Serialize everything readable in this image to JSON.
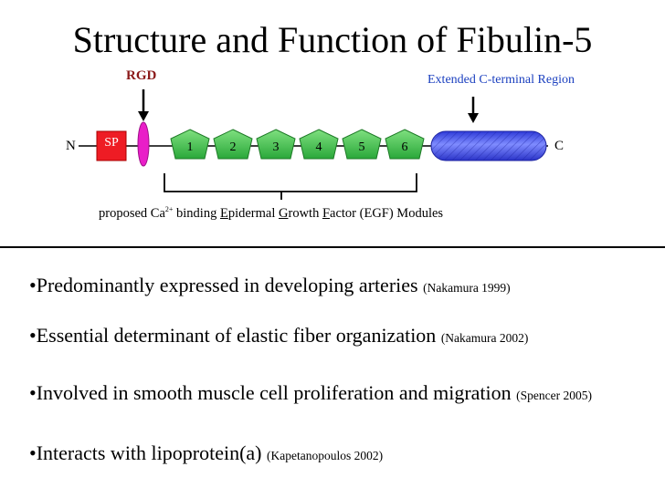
{
  "title": "Structure and Function of Fibulin-5",
  "diagram": {
    "rgd_label": "RGD",
    "extended_label": "Extended C-terminal Region",
    "n_label": "N",
    "c_label": "C",
    "sp_label": "SP",
    "egf_numbers": [
      "1",
      "2",
      "3",
      "4",
      "5",
      "6"
    ],
    "caption": {
      "pre": "proposed Ca",
      "sup": "2+",
      "post_parts": [
        " binding ",
        "E",
        "pidermal ",
        "G",
        "rowth ",
        "F",
        "actor (EGF) Modules"
      ]
    },
    "colors": {
      "sp": "#ee1c24",
      "rgd": "#e91ec8",
      "egf": "#3fc84b",
      "cterm": "#3f4fe6",
      "rgd_text": "#8b1a1a",
      "ext_text": "#1a3fbf"
    }
  },
  "bullets": [
    {
      "text": "Predominantly expressed in developing arteries ",
      "cite": "(Nakamura 1999)"
    },
    {
      "text": "Essential determinant of elastic fiber organization ",
      "cite": "(Nakamura 2002)"
    },
    {
      "text": "Involved in smooth muscle cell proliferation and migration ",
      "cite": "(Spencer 2005)"
    },
    {
      "text": "Interacts with lipoprotein(a) ",
      "cite": "(Kapetanopoulos 2002)"
    }
  ]
}
